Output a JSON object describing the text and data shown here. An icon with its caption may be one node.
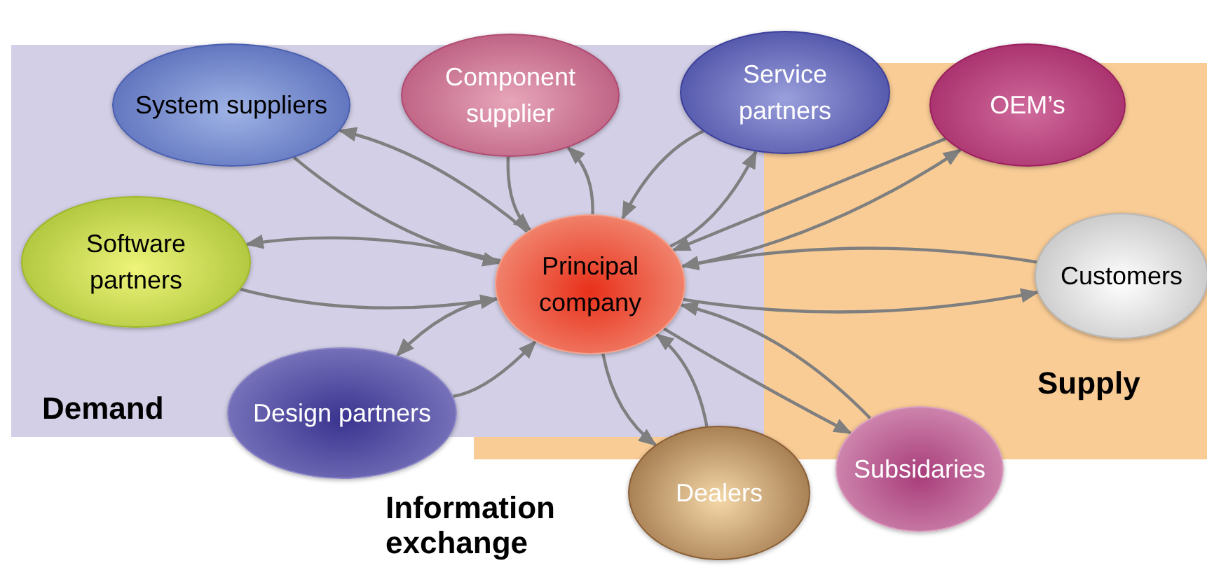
{
  "diagram": {
    "nodes": [
      {
        "text": [
          "System suppliers"
        ]
      },
      {
        "text": [
          "Component supplier"
        ]
      },
      {
        "text": [
          "Service partners"
        ]
      },
      {
        "text": [
          "OEM’s"
        ]
      },
      {
        "text": [
          "Software partners"
        ]
      },
      {
        "text": [
          "Principal company"
        ]
      },
      {
        "text": [
          "Customers"
        ]
      },
      {
        "text": [
          "Design partners"
        ]
      },
      {
        "text": [
          "Subsidaries"
        ]
      },
      {
        "text": [
          "Dealers"
        ]
      }
    ],
    "edges": [
      {
        "from": 0,
        "to": 5,
        "arrow": "to"
      },
      {
        "from": 5,
        "to": 0,
        "arrow": "to"
      },
      {
        "from": 1,
        "to": 5,
        "arrow": "to"
      },
      {
        "from": 5,
        "to": 1,
        "arrow": "to"
      },
      {
        "from": 2,
        "to": 5,
        "arrow": "to"
      },
      {
        "from": 5,
        "to": 2,
        "arrow": "to"
      },
      {
        "from": 3,
        "to": 5,
        "arrow": "to"
      },
      {
        "from": 5,
        "to": 3,
        "arrow": "to"
      },
      {
        "from": 4,
        "to": 5,
        "arrow": "to"
      },
      {
        "from": 5,
        "to": 4,
        "arrow": "to"
      },
      {
        "from": 6,
        "to": 5,
        "arrow": "to"
      },
      {
        "from": 5,
        "to": 6,
        "arrow": "to"
      },
      {
        "from": 7,
        "to": 5,
        "arrow": "to"
      },
      {
        "from": 5,
        "to": 7,
        "arrow": "to"
      },
      {
        "from": 8,
        "to": 5,
        "arrow": "to"
      },
      {
        "from": 5,
        "to": 8,
        "arrow": "to"
      },
      {
        "from": 9,
        "to": 5,
        "arrow": "to"
      },
      {
        "from": 5,
        "to": 9,
        "arrow": "to"
      }
    ],
    "labels": [
      "Demand",
      "Supply",
      "Information exchange"
    ]
  }
}
